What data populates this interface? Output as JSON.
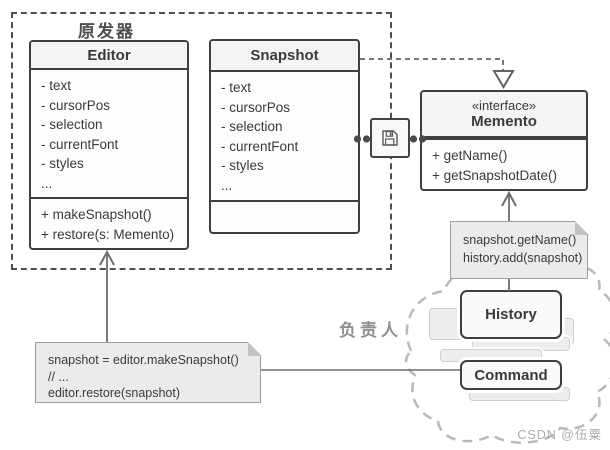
{
  "page": {
    "watermark": "CSDN @伍粟"
  },
  "labels": {
    "originator": "原发器",
    "caretaker": "负责人"
  },
  "classes": {
    "editor": {
      "title": "Editor",
      "attributes": [
        "- text",
        "- cursorPos",
        "- selection",
        "- currentFont",
        "- styles",
        "..."
      ],
      "methods": [
        "+ makeSnapshot()",
        "+ restore(s: Memento)"
      ]
    },
    "snapshot": {
      "title": "Snapshot",
      "attributes": [
        "- text",
        "- cursorPos",
        "- selection",
        "- currentFont",
        "- styles",
        "..."
      ],
      "methods": []
    },
    "memento": {
      "stereotype": "«interface»",
      "title": "Memento",
      "methods": [
        "+ getName()",
        "+ getSnapshotDate()"
      ]
    }
  },
  "notes": {
    "history_note": {
      "lines": [
        "snapshot.getName()",
        "history.add(snapshot)"
      ]
    },
    "client_note": {
      "lines": [
        "snapshot = editor.makeSnapshot()",
        "// ...",
        "editor.restore(snapshot)"
      ]
    }
  },
  "caretaker_boxes": {
    "history": "History",
    "command": "Command"
  },
  "icons": {
    "floppy": "floppy-disk-icon"
  },
  "colors": {
    "box_border": "#3f3f3f",
    "note_fill": "#ebebeb",
    "note_border": "#9e9e9e",
    "line": "#6e6e6e",
    "cloud_dash": "#b9b9b9",
    "dashed_region": "#4f4f4f",
    "text": "#3a3a3a",
    "label_gray": "#8f8f8f",
    "watermark": "#adadad"
  }
}
